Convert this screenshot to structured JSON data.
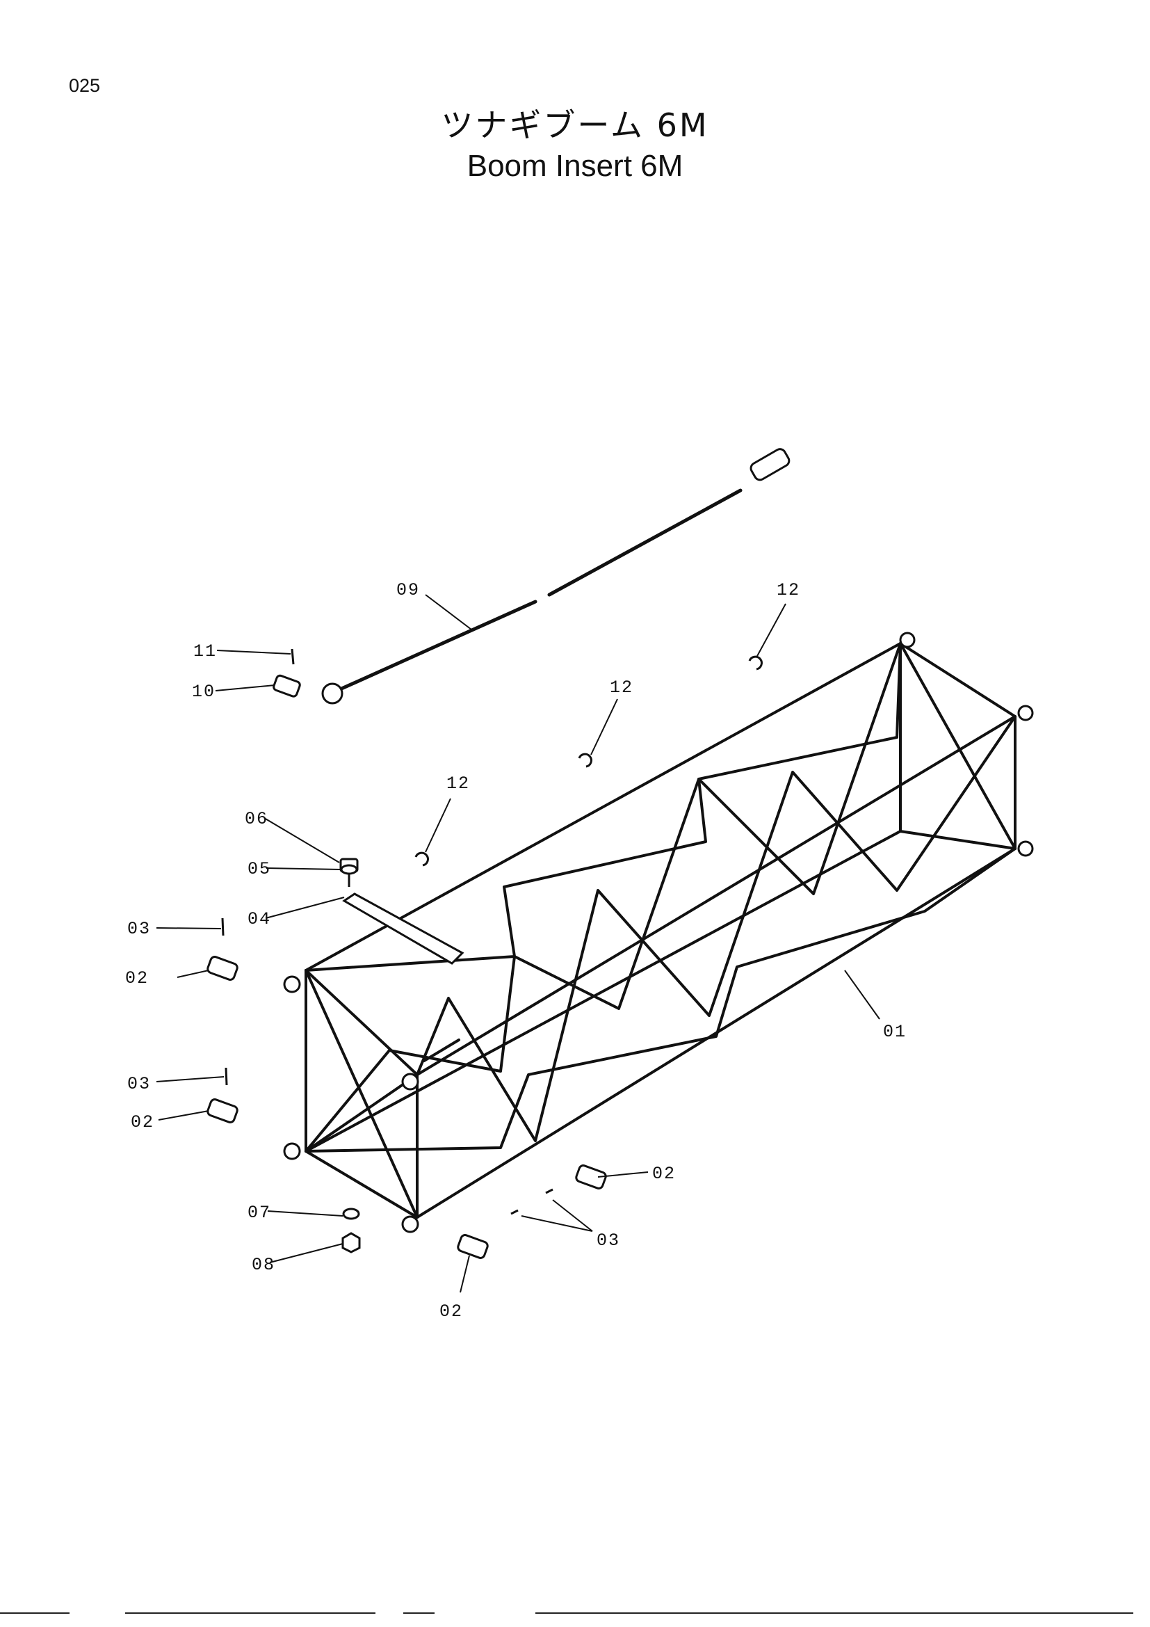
{
  "page_number": "025",
  "title_jp": "ツナギブーム 6M",
  "title_en": "Boom Insert 6M",
  "callouts": {
    "c01": "01",
    "c02a": "02",
    "c02b": "02",
    "c02c": "02",
    "c02d": "02",
    "c03a": "03",
    "c03b": "03",
    "c03c": "03",
    "c04": "04",
    "c05": "05",
    "c06": "06",
    "c07": "07",
    "c08": "08",
    "c09": "09",
    "c10": "10",
    "c11": "11",
    "c12a": "12",
    "c12b": "12",
    "c12c": "12"
  },
  "colors": {
    "ink": "#111111",
    "background": "#ffffff"
  }
}
